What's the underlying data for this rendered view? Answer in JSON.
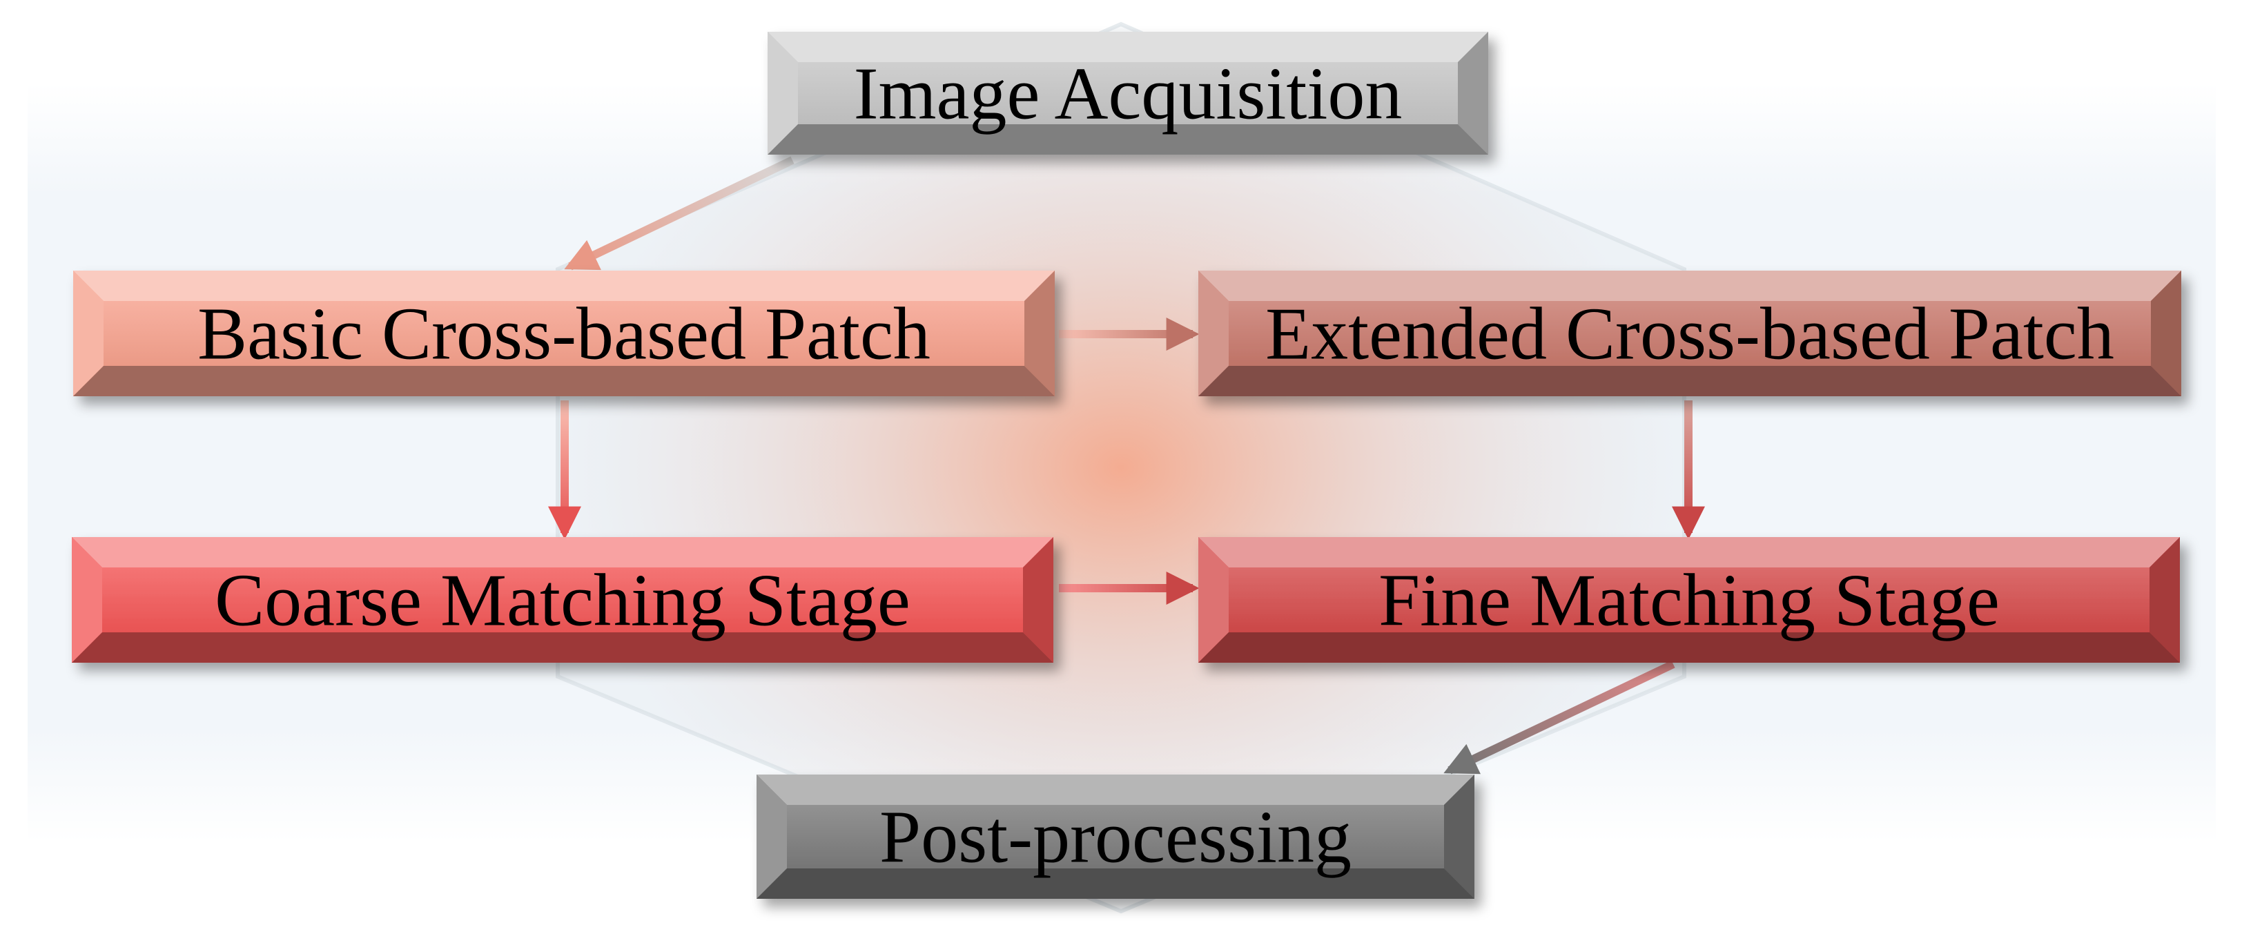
{
  "nodes": {
    "image_acquisition": {
      "label": "Image Acquisition",
      "color": "#c4c4c4"
    },
    "basic_patch": {
      "label": "Basic Cross-based Patch",
      "color": "#f5a08c"
    },
    "extended_patch": {
      "label": "Extended Cross-based Patch",
      "color": "#c7786b"
    },
    "coarse_matching": {
      "label": "Coarse Matching Stage",
      "color": "#f25656"
    },
    "fine_matching": {
      "label": "Fine Matching Stage",
      "color": "#d34a4a"
    },
    "post_processing": {
      "label": "Post-processing",
      "color": "#7a7a7a"
    }
  },
  "edges": [
    {
      "from": "image_acquisition",
      "to": "basic_patch"
    },
    {
      "from": "basic_patch",
      "to": "extended_patch"
    },
    {
      "from": "basic_patch",
      "to": "coarse_matching"
    },
    {
      "from": "extended_patch",
      "to": "fine_matching"
    },
    {
      "from": "coarse_matching",
      "to": "fine_matching"
    },
    {
      "from": "fine_matching",
      "to": "post_processing"
    }
  ]
}
